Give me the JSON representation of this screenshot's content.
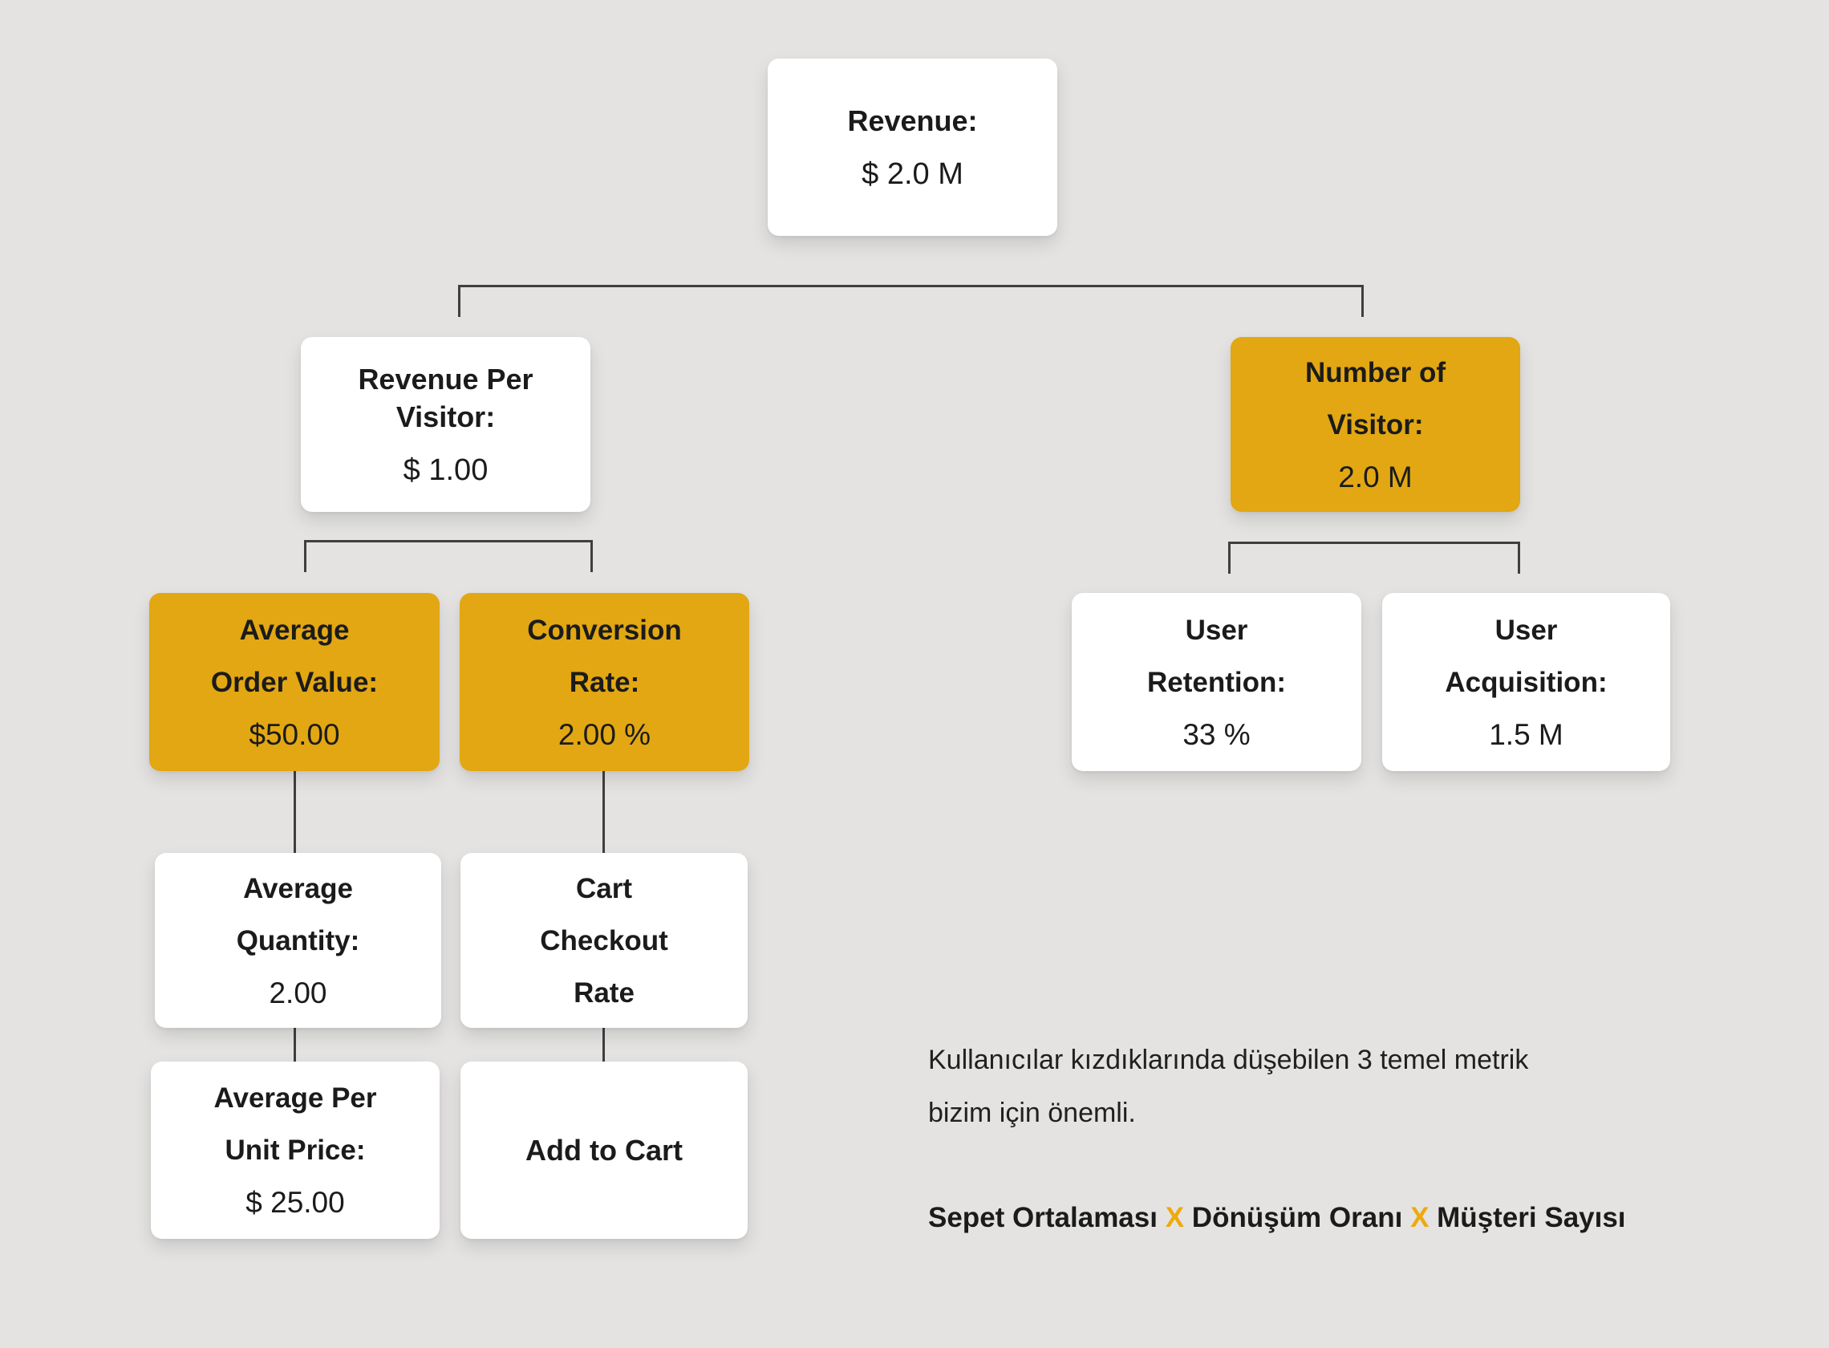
{
  "palette": {
    "background": "#e4e3e2",
    "card": "#ffffff",
    "accent": "#e2a712",
    "text": "#1b1b1b",
    "connector": "#3f3f3f",
    "formula_x": "#edaa0d"
  },
  "nodes": {
    "revenue": {
      "label": "Revenue:",
      "value": "$ 2.0 M"
    },
    "revenue_per_visitor": {
      "label": "Revenue Per Visitor:",
      "value": "$ 1.00"
    },
    "number_of_visitor": {
      "line1": "Number of",
      "line2": "Visitor:",
      "value": "2.0 M"
    },
    "average_order_value": {
      "line1": "Average",
      "line2": "Order Value:",
      "value": "$50.00"
    },
    "conversion_rate": {
      "line1": "Conversion",
      "line2": "Rate:",
      "value": "2.00 %"
    },
    "user_retention": {
      "line1": "User",
      "line2": "Retention:",
      "value": "33 %"
    },
    "user_acquisition": {
      "line1": "User",
      "line2": "Acquisition:",
      "value": "1.5 M"
    },
    "average_quantity": {
      "line1": "Average",
      "line2": "Quantity:",
      "value": "2.00"
    },
    "cart_checkout_rate": {
      "line1": "Cart",
      "line2": "Checkout",
      "line3": "Rate"
    },
    "average_per_unit_price": {
      "line1": "Average Per",
      "line2": "Unit Price:",
      "value": "$ 25.00"
    },
    "add_to_cart": {
      "label": "Add to Cart"
    }
  },
  "annotation": {
    "line1": "Kullanıcılar kızdıklarında düşebilen 3 temel metrik",
    "line2": "bizim için önemli.",
    "formula": {
      "part1": "Sepet Ortalaması",
      "x1": "X",
      "part2": "Dönüşüm Oranı",
      "x2": "X",
      "part3": "Müşteri Sayısı"
    }
  }
}
